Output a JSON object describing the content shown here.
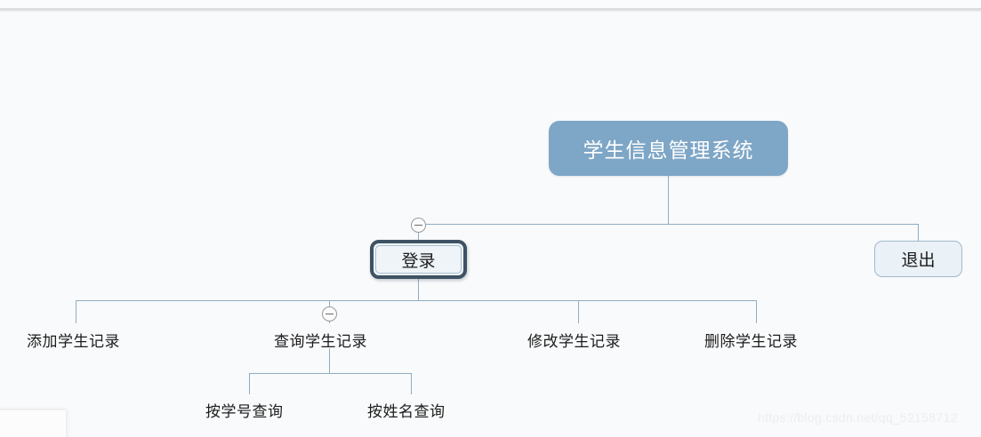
{
  "canvas": {
    "background_color": "#f9fafb",
    "connector_color": "#8fadc3"
  },
  "watermark": {
    "text": "https://blog.csdn.net/qq_52158712"
  },
  "mindmap": {
    "title": "学生信息管理系统",
    "root": {
      "label": "学生信息管理系统",
      "fill_color": "#7ea6c6",
      "text_color": "#ffffff",
      "style": "filled-rounded"
    },
    "level1": [
      {
        "label": "登录",
        "state": "selected",
        "fill_color": "#eef4f8",
        "border_color": "#3e5264",
        "collapse_icon": "minus-circle"
      },
      {
        "label": "退出",
        "state": "normal",
        "fill_color": "#eaf1f7",
        "border_color": "#9fb9cd",
        "collapse_icon": "none"
      }
    ],
    "level2": [
      {
        "label": "添加学生记录",
        "collapse_icon": "none"
      },
      {
        "label": "查询学生记录",
        "collapse_icon": "minus-circle"
      },
      {
        "label": "修改学生记录",
        "collapse_icon": "none"
      },
      {
        "label": "删除学生记录",
        "collapse_icon": "none"
      }
    ],
    "level3": [
      {
        "label": "按学号查询"
      },
      {
        "label": "按姓名查询"
      }
    ]
  }
}
